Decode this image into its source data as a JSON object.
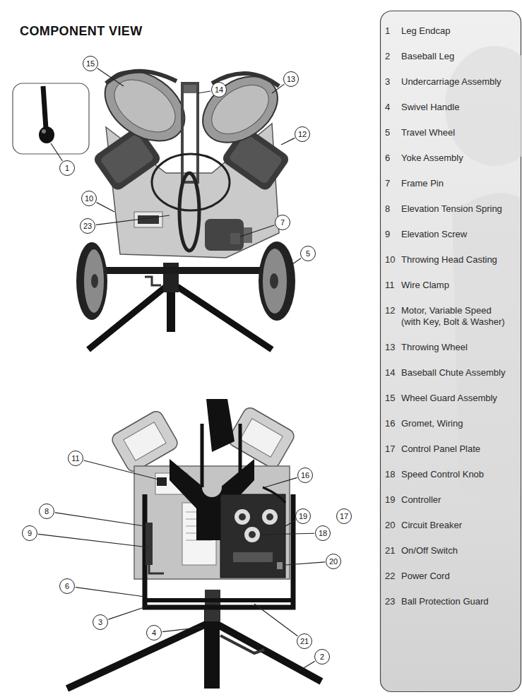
{
  "diagram": {
    "title": "COMPONENT VIEW",
    "labels": [
      "15",
      "14",
      "13",
      "12",
      "1",
      "10",
      "23",
      "7",
      "5",
      "11",
      "16",
      "8",
      "19",
      "17",
      "9",
      "18",
      "20",
      "6",
      "3",
      "4",
      "21",
      "2",
      "1",
      "Leg Endcap",
      "2",
      "Baseball Leg",
      "3",
      "Undercarriage Assembly",
      "4",
      "Swivel Handle",
      "5",
      "Travel Wheel",
      "6",
      "Yoke Assembly",
      "7",
      "Frame Pin",
      "8",
      "Elevation Tension Spring",
      "9",
      "Elevation Screw",
      "10",
      "Throwing Head Casting",
      "11",
      "Wire Clamp",
      "12",
      "Motor, Variable Speed (with Key, Bolt & Washer)",
      "13",
      "Throwing Wheel",
      "14",
      "Baseball Chute Assembly",
      "15",
      "Wheel Guard Assembly",
      "16",
      "Gromet, Wiring",
      "17",
      "Control Panel Plate",
      "18",
      "Speed Control Knob",
      "19",
      "Controller",
      "20",
      "Circuit Breaker",
      "21",
      "On/Off Switch",
      "22",
      "Power Cord",
      "23",
      "Ball Protection Guard"
    ]
  }
}
